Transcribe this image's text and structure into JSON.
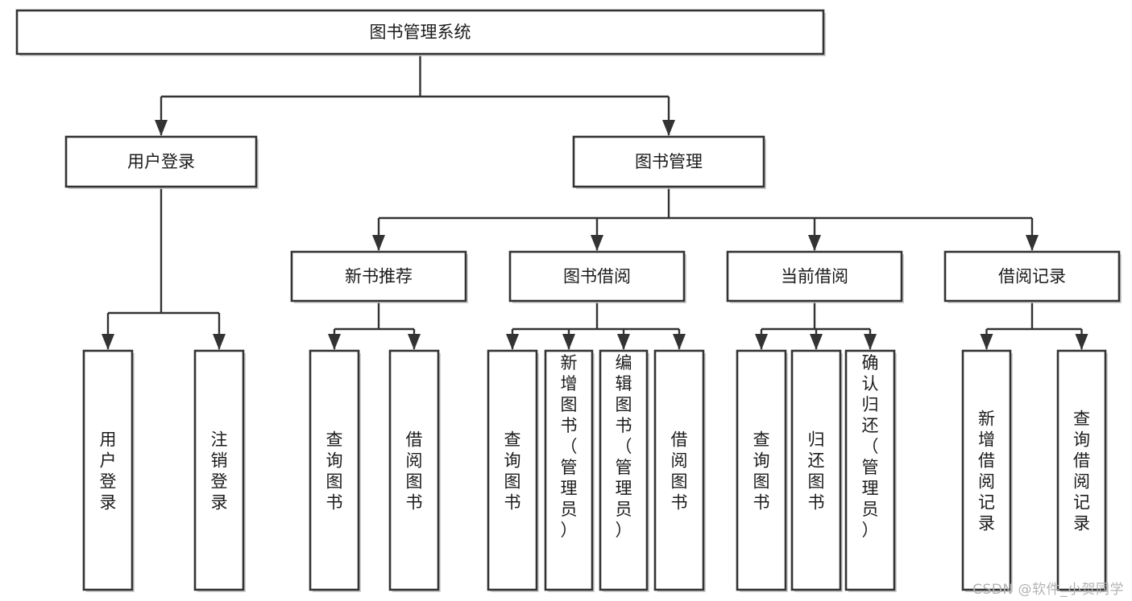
{
  "diagram": {
    "type": "tree",
    "orientation": "top-down",
    "title": "图书管理系统",
    "colors": {
      "box_stroke": "#333333",
      "box_fill": "#ffffff",
      "connector": "#333333",
      "text": "#1b1b1b",
      "background": "#ffffff",
      "watermark": "#b3b3b3"
    },
    "nodes": {
      "root": {
        "label": "图书管理系统",
        "level": 0,
        "text_orientation": "horizontal"
      },
      "l1": [
        {
          "id": "user-login",
          "label": "用户登录",
          "level": 1,
          "text_orientation": "horizontal"
        },
        {
          "id": "book-management",
          "label": "图书管理",
          "level": 1,
          "text_orientation": "horizontal"
        }
      ],
      "l2": [
        {
          "id": "new-book-recommend",
          "label": "新书推荐",
          "level": 2,
          "text_orientation": "horizontal",
          "parent": "book-management"
        },
        {
          "id": "book-borrow",
          "label": "图书借阅",
          "level": 2,
          "text_orientation": "horizontal",
          "parent": "book-management"
        },
        {
          "id": "current-borrow",
          "label": "当前借阅",
          "level": 2,
          "text_orientation": "horizontal",
          "parent": "book-management"
        },
        {
          "id": "borrow-record",
          "label": "借阅记录",
          "level": 2,
          "text_orientation": "horizontal",
          "parent": "book-management"
        }
      ],
      "leaves": [
        {
          "id": "leaf-user-login",
          "label": "用户登录",
          "parent": "user-login",
          "text_orientation": "vertical",
          "align": "middle"
        },
        {
          "id": "leaf-logout-login",
          "label": "注销登录",
          "parent": "user-login",
          "text_orientation": "vertical",
          "align": "middle"
        },
        {
          "id": "leaf-query-book-1",
          "label": "查询图书",
          "parent": "new-book-recommend",
          "text_orientation": "vertical",
          "align": "middle"
        },
        {
          "id": "leaf-borrow-book-1",
          "label": "借阅图书",
          "parent": "new-book-recommend",
          "text_orientation": "vertical",
          "align": "middle"
        },
        {
          "id": "leaf-query-book-2",
          "label": "查询图书",
          "parent": "book-borrow",
          "text_orientation": "vertical",
          "align": "middle"
        },
        {
          "id": "leaf-add-book-admin",
          "label": "新增图书（管理员）",
          "parent": "book-borrow",
          "text_orientation": "vertical",
          "align": "top"
        },
        {
          "id": "leaf-edit-book-admin",
          "label": "编辑图书（管理员）",
          "parent": "book-borrow",
          "text_orientation": "vertical",
          "align": "top"
        },
        {
          "id": "leaf-borrow-book-2",
          "label": "借阅图书",
          "parent": "book-borrow",
          "text_orientation": "vertical",
          "align": "middle"
        },
        {
          "id": "leaf-query-book-3",
          "label": "查询图书",
          "parent": "current-borrow",
          "text_orientation": "vertical",
          "align": "middle"
        },
        {
          "id": "leaf-return-book",
          "label": "归还图书",
          "parent": "current-borrow",
          "text_orientation": "vertical",
          "align": "middle"
        },
        {
          "id": "leaf-confirm-return-admin",
          "label": "确认归还（管理员）",
          "parent": "current-borrow",
          "text_orientation": "vertical",
          "align": "top"
        },
        {
          "id": "leaf-add-borrow-record",
          "label": "新增借阅记录",
          "parent": "borrow-record",
          "text_orientation": "vertical",
          "align": "middle"
        },
        {
          "id": "leaf-query-borrow-record",
          "label": "查询借阅记录",
          "parent": "borrow-record",
          "text_orientation": "vertical",
          "align": "middle"
        }
      ]
    }
  },
  "watermark": {
    "text": "CSDN @软件_小贺同学"
  }
}
